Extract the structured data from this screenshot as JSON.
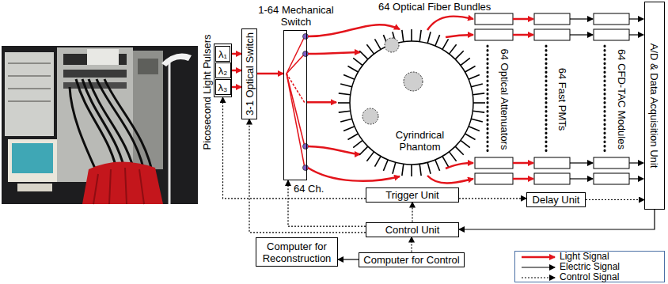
{
  "diagram": {
    "nodes": [
      {
        "text": [
          "Picosecond Light Pulsers"
        ]
      },
      {
        "text": [
          "λ₁"
        ],
        "in": 0
      },
      {
        "text": [
          "λ₂"
        ],
        "in": 0
      },
      {
        "text": [
          "λ₃"
        ],
        "in": 0
      },
      {
        "text": [
          "3-1 Optical Switch"
        ]
      },
      {
        "text": [
          "1-64 Mechanical Switch",
          "64 Ch."
        ]
      },
      {
        "text": [
          "Cyrindrical Phantom"
        ]
      },
      {
        "text": [
          "A/D & Data Acquisition Unit"
        ]
      },
      {
        "text": [
          "Trigger Unit"
        ]
      },
      {
        "text": [
          "Delay Unit"
        ]
      },
      {
        "text": [
          "Control Unit"
        ]
      },
      {
        "text": [
          "Computer for Reconstruction"
        ]
      },
      {
        "text": [
          "Computer for Control"
        ]
      }
    ],
    "edges": [
      {
        "from": 1,
        "to": 4,
        "arrow": "to"
      },
      {
        "from": 2,
        "to": 4,
        "arrow": "to"
      },
      {
        "from": 3,
        "to": 4,
        "arrow": "to"
      },
      {
        "from": 4,
        "to": 5,
        "arrow": "to"
      },
      {
        "from": 5,
        "to": 6,
        "arrow": "to"
      },
      {
        "from": 8,
        "to": 0,
        "arrow": "to"
      },
      {
        "from": 8,
        "to": 9,
        "arrow": "to"
      },
      {
        "from": 9,
        "to": 7,
        "arrow": "to"
      },
      {
        "from": 10,
        "to": 8,
        "arrow": "to"
      },
      {
        "from": 10,
        "to": 4,
        "arrow": "to"
      },
      {
        "from": 10,
        "to": 5,
        "arrow": "to"
      },
      {
        "from": 7,
        "to": 10,
        "arrow": "to"
      },
      {
        "from": 12,
        "to": 10,
        "arrow": "to"
      },
      {
        "from": 12,
        "to": 11,
        "arrow": "to"
      }
    ],
    "labels": [
      "64 Optical Fiber Bundles",
      "64 Optical Attenuators",
      "64 Fast PMTs",
      "64 CFD-TAC Modules"
    ],
    "legend": [
      {
        "text": "Light Signal"
      },
      {
        "text": "Electric Signal"
      },
      {
        "text": "Control Signal"
      }
    ]
  }
}
